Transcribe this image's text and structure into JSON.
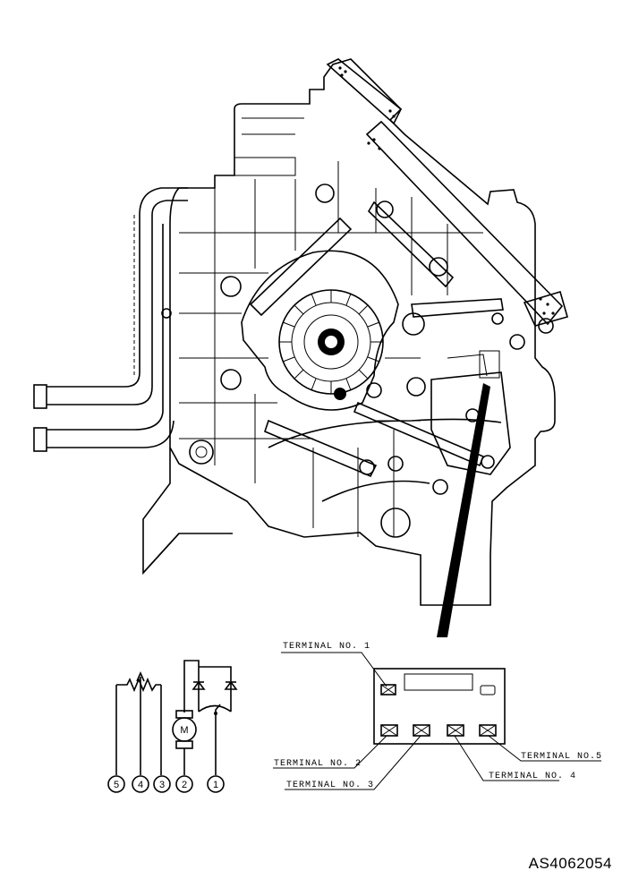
{
  "figure_code": "AS4062054",
  "terminals": {
    "t1": "TERMINAL NO. 1",
    "t2": "TERMINAL NO. 2",
    "t3": "TERMINAL NO. 3",
    "t4": "TERMINAL NO. 4",
    "t5": "TERMINAL NO.5"
  },
  "schematic": {
    "motor_symbol": "M",
    "pins": [
      "5",
      "4",
      "3",
      "2",
      "1"
    ]
  }
}
